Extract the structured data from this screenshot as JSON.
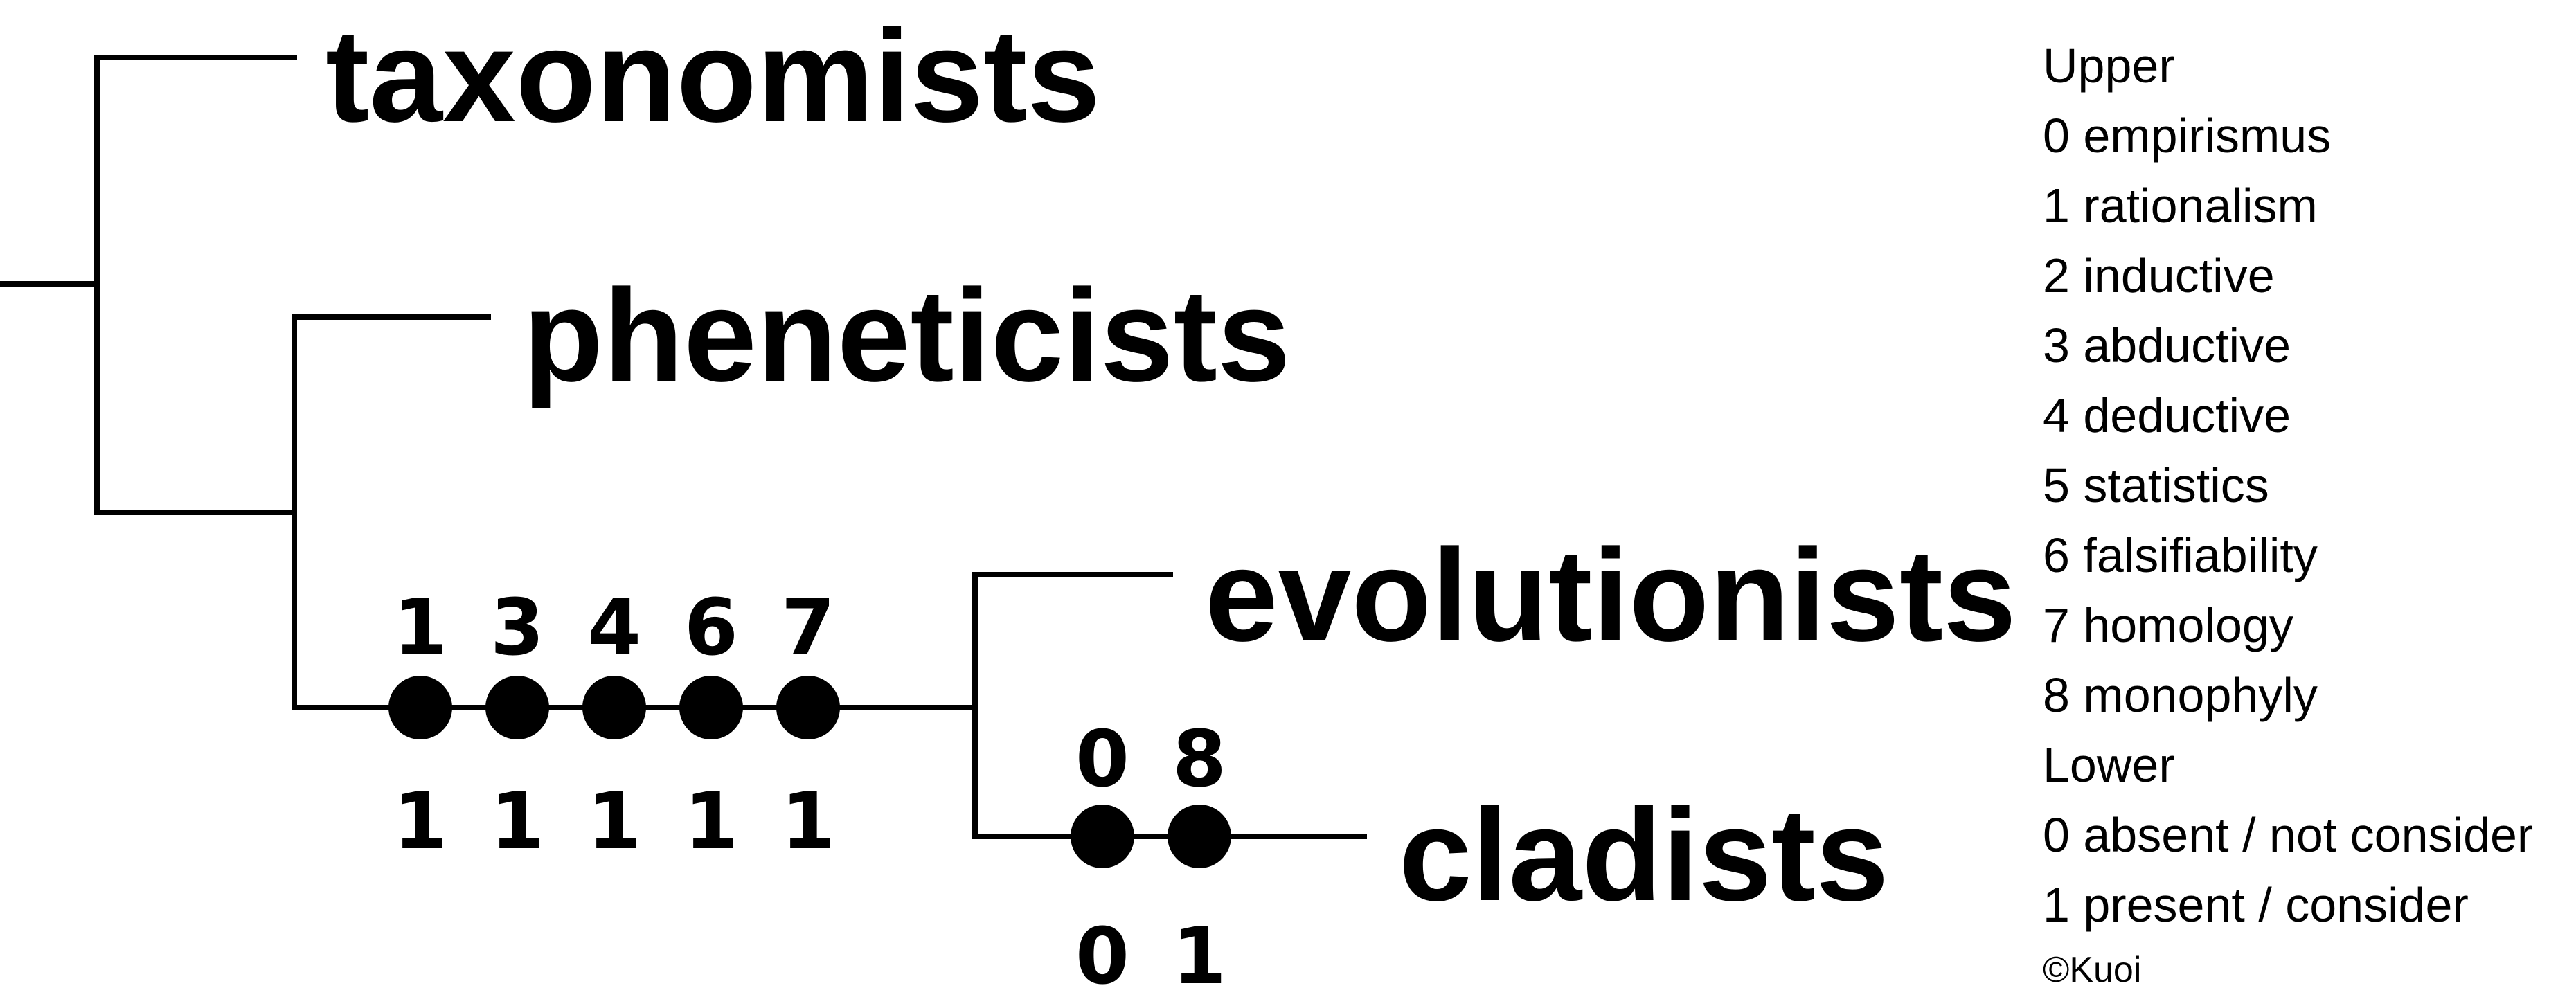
{
  "taxa": {
    "taxonomists": "taxonomists",
    "pheneticists": "pheneticists",
    "evolutionists": "evolutionists",
    "cladists": "cladists"
  },
  "branch_characters": {
    "evolutionists_cladists_stem": {
      "upper": [
        "1",
        "3",
        "4",
        "6",
        "7"
      ],
      "lower": [
        "1",
        "1",
        "1",
        "1",
        "1"
      ]
    },
    "cladists": {
      "upper": [
        "0",
        "8"
      ],
      "lower": [
        "0",
        "1"
      ]
    }
  },
  "legend": {
    "upper_heading": "Upper",
    "upper_items": [
      "0 empirismus",
      "1 rationalism",
      "2 inductive",
      "3 abductive",
      "4 deductive",
      "5 statistics",
      "6 falsifiability",
      "7 homology",
      "8 monophyly"
    ],
    "lower_heading": "Lower",
    "lower_items": [
      "0 absent / not consider",
      "1 present / consider"
    ],
    "copyright": "©Kuoi"
  },
  "colors": {
    "ink": "#000000",
    "background": "#ffffff"
  }
}
